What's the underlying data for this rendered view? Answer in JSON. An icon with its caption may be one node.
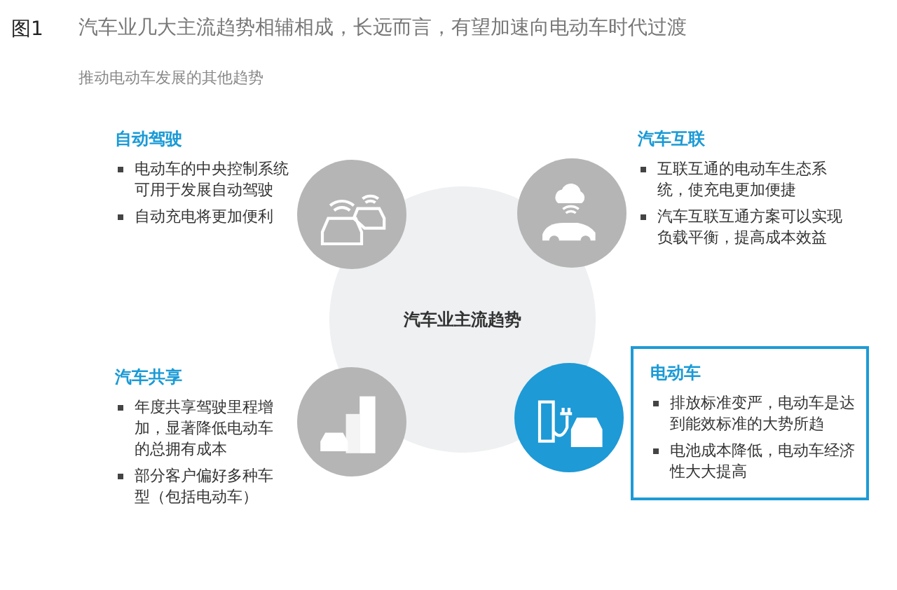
{
  "diagram": {
    "title": "汽车业几大主流趋势相辅相成，长远而言，有望加速向电动车时代过渡",
    "nodes": [
      {
        "text": [
          "汽车业主流趋势"
        ]
      },
      {
        "text": [],
        "shape": "circle"
      },
      {
        "text": [],
        "shape": "circle"
      },
      {
        "text": [],
        "shape": "circle"
      },
      {
        "text": [],
        "shape": "circle"
      },
      {
        "text": [
          "自动驾驶",
          "电动车的中央控制系统可用于发展自动驾驶",
          "自动充电将更加便利"
        ]
      },
      {
        "text": [
          "汽车互联",
          "互联互通的电动车生态系统，使充电更加便捷",
          "汽车互联互通方案可以实现负载平衡，提高成本效益"
        ]
      },
      {
        "text": [
          "汽车共享",
          "年度共享驾驶里程增加，显著降低电动车的总拥有成本",
          "部分客户偏好多种车型（包括电动车）"
        ]
      },
      {
        "text": [
          "电动车",
          "排放标准变严，电动车是达到能效标准的大势所趋",
          "电池成本降低，电动车经济性大大提高"
        ]
      }
    ],
    "labels": [
      "图1",
      "推动电动车发展的其他趋势"
    ]
  }
}
